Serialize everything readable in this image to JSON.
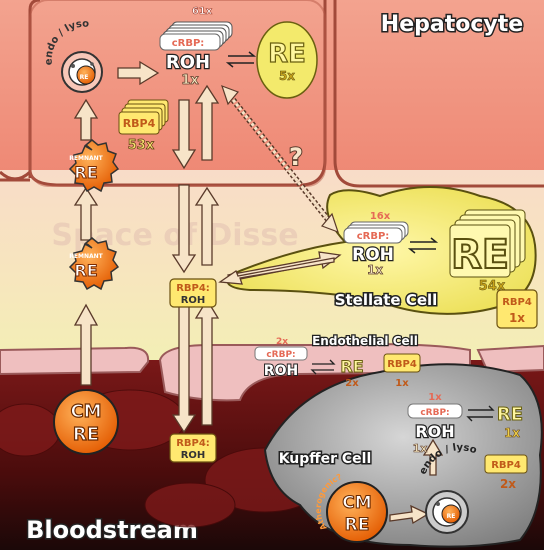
{
  "regions": {
    "hepatocyte": "Hepatocyte",
    "space_of_disse": "Space of Disse",
    "bloodstream": "Bloodstream",
    "stellate": "Stellate Cell",
    "endothelial": "Endothelial Cell",
    "kupffer": "Kupffer Cell"
  },
  "vesicles": {
    "endo_lyso": "endo / lyso",
    "atherogenic": "Atherogenic?"
  },
  "particles": {
    "remnant": "REMNANT",
    "re": "RE",
    "cm": "CM"
  },
  "labels": {
    "crbp": "cRBP:",
    "roh": "ROH",
    "re": "RE",
    "rbp4": "RBP4",
    "rbp4_roh": "RBP4:",
    "question": "?"
  },
  "counts": {
    "hep_crbp": "61x",
    "hep_roh": "1x",
    "hep_re": "5x",
    "hep_rbp4": "53x",
    "stel_crbp": "16x",
    "stel_roh": "1x",
    "stel_re": "54x",
    "stel_rbp4": "1x",
    "endo_crbp": "2x",
    "endo_re": "2x",
    "endo_rbp4": "1x",
    "kup_crbp": "1x",
    "kup_roh": "1x",
    "kup_re": "1x",
    "kup_rbp4": "2x"
  },
  "colors": {
    "hepatocyte": "#f08c78",
    "disse": "#f7e2c2",
    "blood": "#5e1010",
    "stellate": "#f3ea6c",
    "kupffer": "#a8a8a8",
    "cm_ball": "#f47a10",
    "rbp4_box": "#ffe870"
  }
}
